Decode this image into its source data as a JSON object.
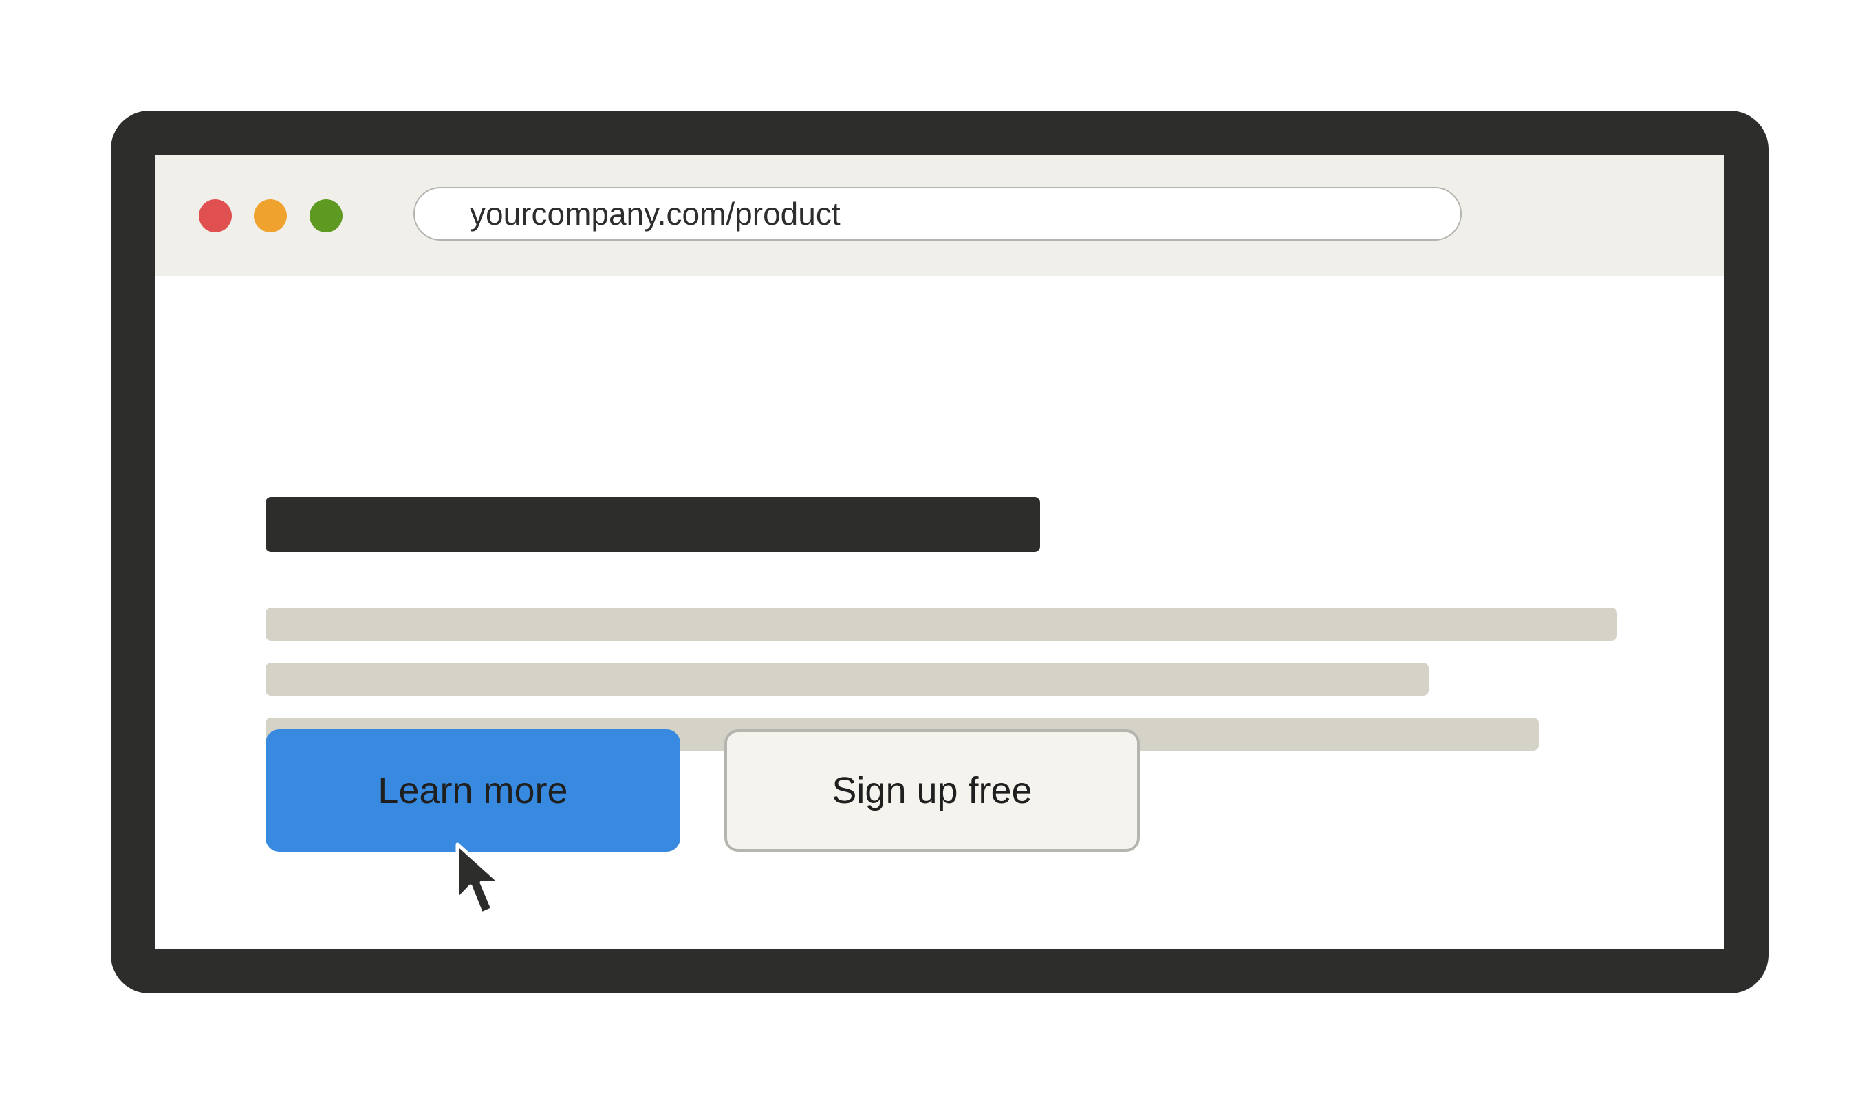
{
  "window": {
    "controls": [
      {
        "name": "close",
        "color": "#e05050"
      },
      {
        "name": "minimize",
        "color": "#f0a22e"
      },
      {
        "name": "maximize",
        "color": "#5e9a22"
      }
    ]
  },
  "address_bar": {
    "url": "yourcompany.com/product"
  },
  "content": {
    "heading_placeholder_color": "#2d2d2c",
    "text_placeholder_color": "#d5d3c8",
    "buttons": {
      "learn_more_label": "Learn more",
      "learn_more_color": "#378adf",
      "sign_up_label": "Sign up free",
      "sign_up_color": "#f4f3ee"
    }
  },
  "pointer": {
    "icon": "arrow-cursor-icon"
  }
}
